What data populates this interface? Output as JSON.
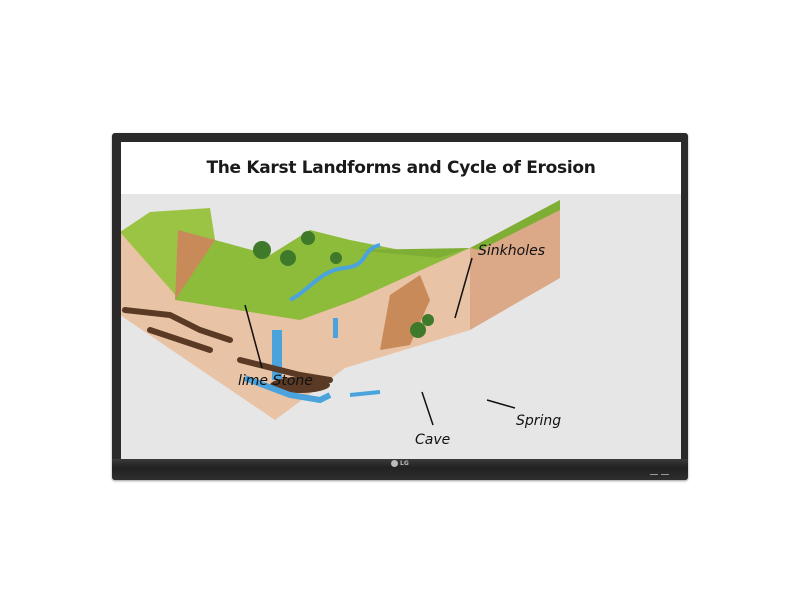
{
  "slide": {
    "title": "The Karst Landforms and Cycle of Erosion",
    "labels": {
      "sinkholes": "Sinkholes",
      "limestone": "lime Stone",
      "cave": "Cave",
      "spring": "Spring"
    }
  },
  "device": {
    "brand_logo": "LG",
    "bezel_color": "#2a2a2a"
  },
  "colors": {
    "grass": "#8dbb3a",
    "rock": "#e9c3a6",
    "cliff": "#c98a5a",
    "water": "#4aa3dc",
    "cave": "#5a3a24",
    "background": "#e6e6e6"
  }
}
